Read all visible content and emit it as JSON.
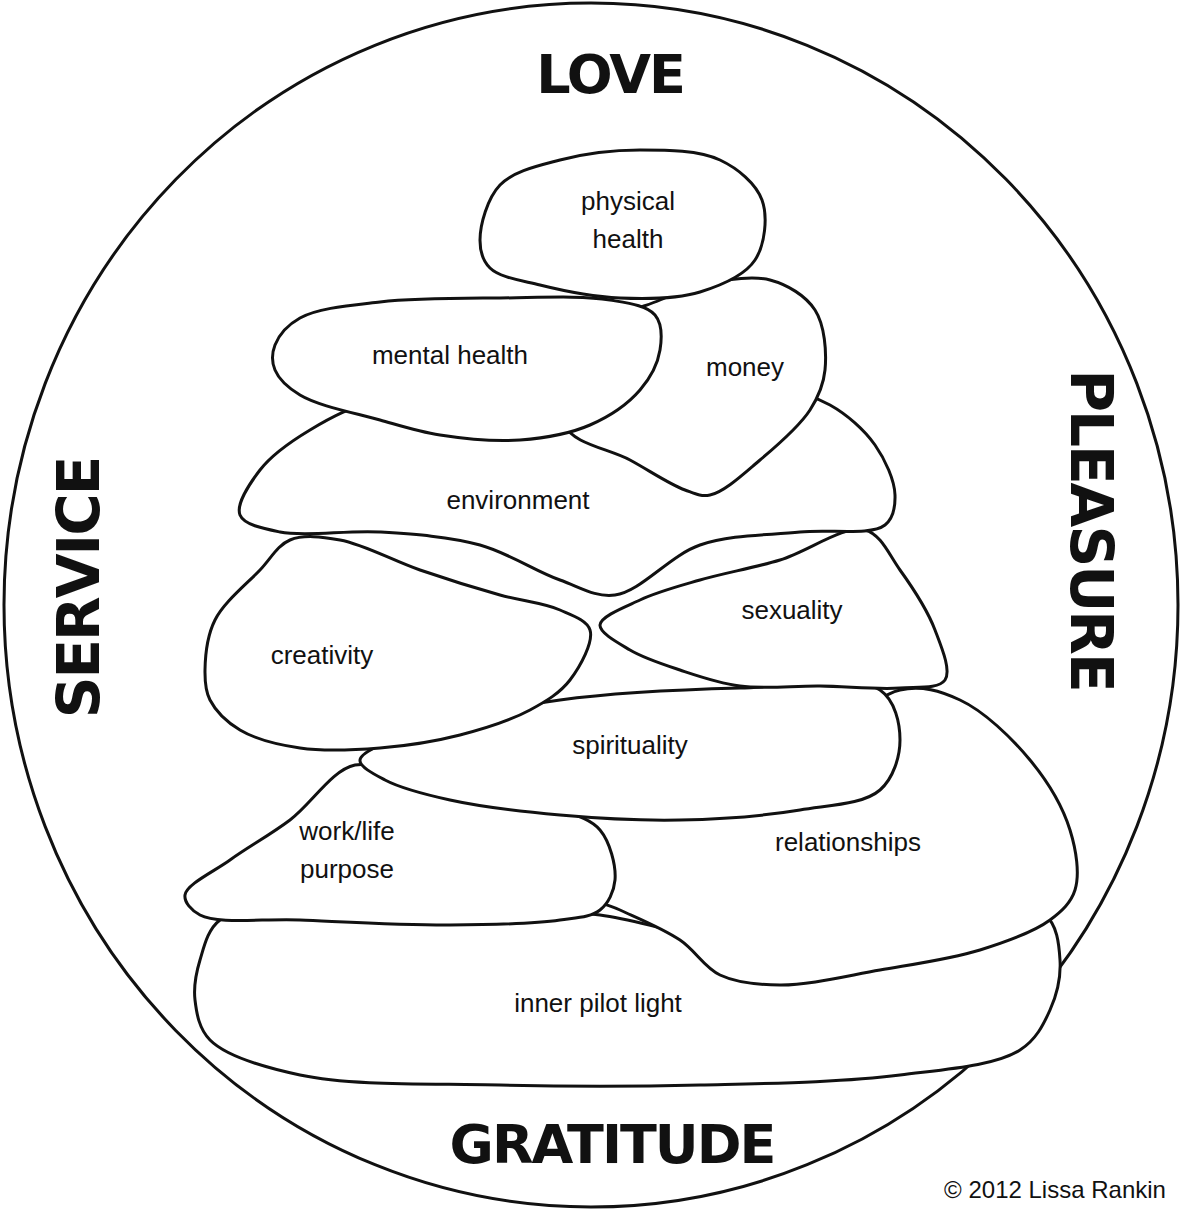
{
  "diagram": {
    "nodes": [
      {
        "text": [
          "physical health"
        ]
      },
      {
        "text": [
          "mental health"
        ]
      },
      {
        "text": [
          "money"
        ]
      },
      {
        "text": [
          "environment"
        ]
      },
      {
        "text": [
          "creativity"
        ]
      },
      {
        "text": [
          "sexuality"
        ]
      },
      {
        "text": [
          "spirituality"
        ]
      },
      {
        "text": [
          "work/life purpose"
        ]
      },
      {
        "text": [
          "relationships"
        ]
      },
      {
        "text": [
          "inner pilot light"
        ]
      }
    ],
    "labels": [
      "LOVE",
      "SERVICE",
      "PLEASURE",
      "GRATITUDE",
      "© 2012 Lissa Rankin"
    ]
  }
}
